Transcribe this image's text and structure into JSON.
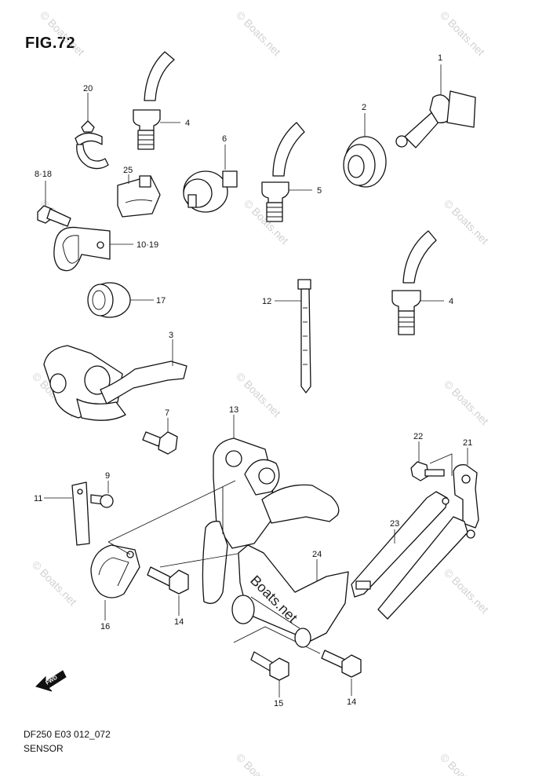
{
  "figure": {
    "title": "FIG.72",
    "code": "DF250 E03 012_072",
    "name": "SENSOR"
  },
  "watermark": "© Boats.net",
  "center_watermark": "Boats.net",
  "fwd_label": "FWD",
  "callouts": {
    "p1": "1",
    "p2": "2",
    "p3": "3",
    "p4a": "4",
    "p4b": "4",
    "p5": "5",
    "p6": "6",
    "p7": "7",
    "p8_18": "8·18",
    "p9": "9",
    "p10_19": "10·19",
    "p11": "11",
    "p12": "12",
    "p13": "13",
    "p14a": "14",
    "p14b": "14",
    "p15": "15",
    "p16": "16",
    "p17": "17",
    "p20": "20",
    "p21": "21",
    "p22": "22",
    "p23": "23",
    "p24": "24",
    "p25": "25"
  }
}
